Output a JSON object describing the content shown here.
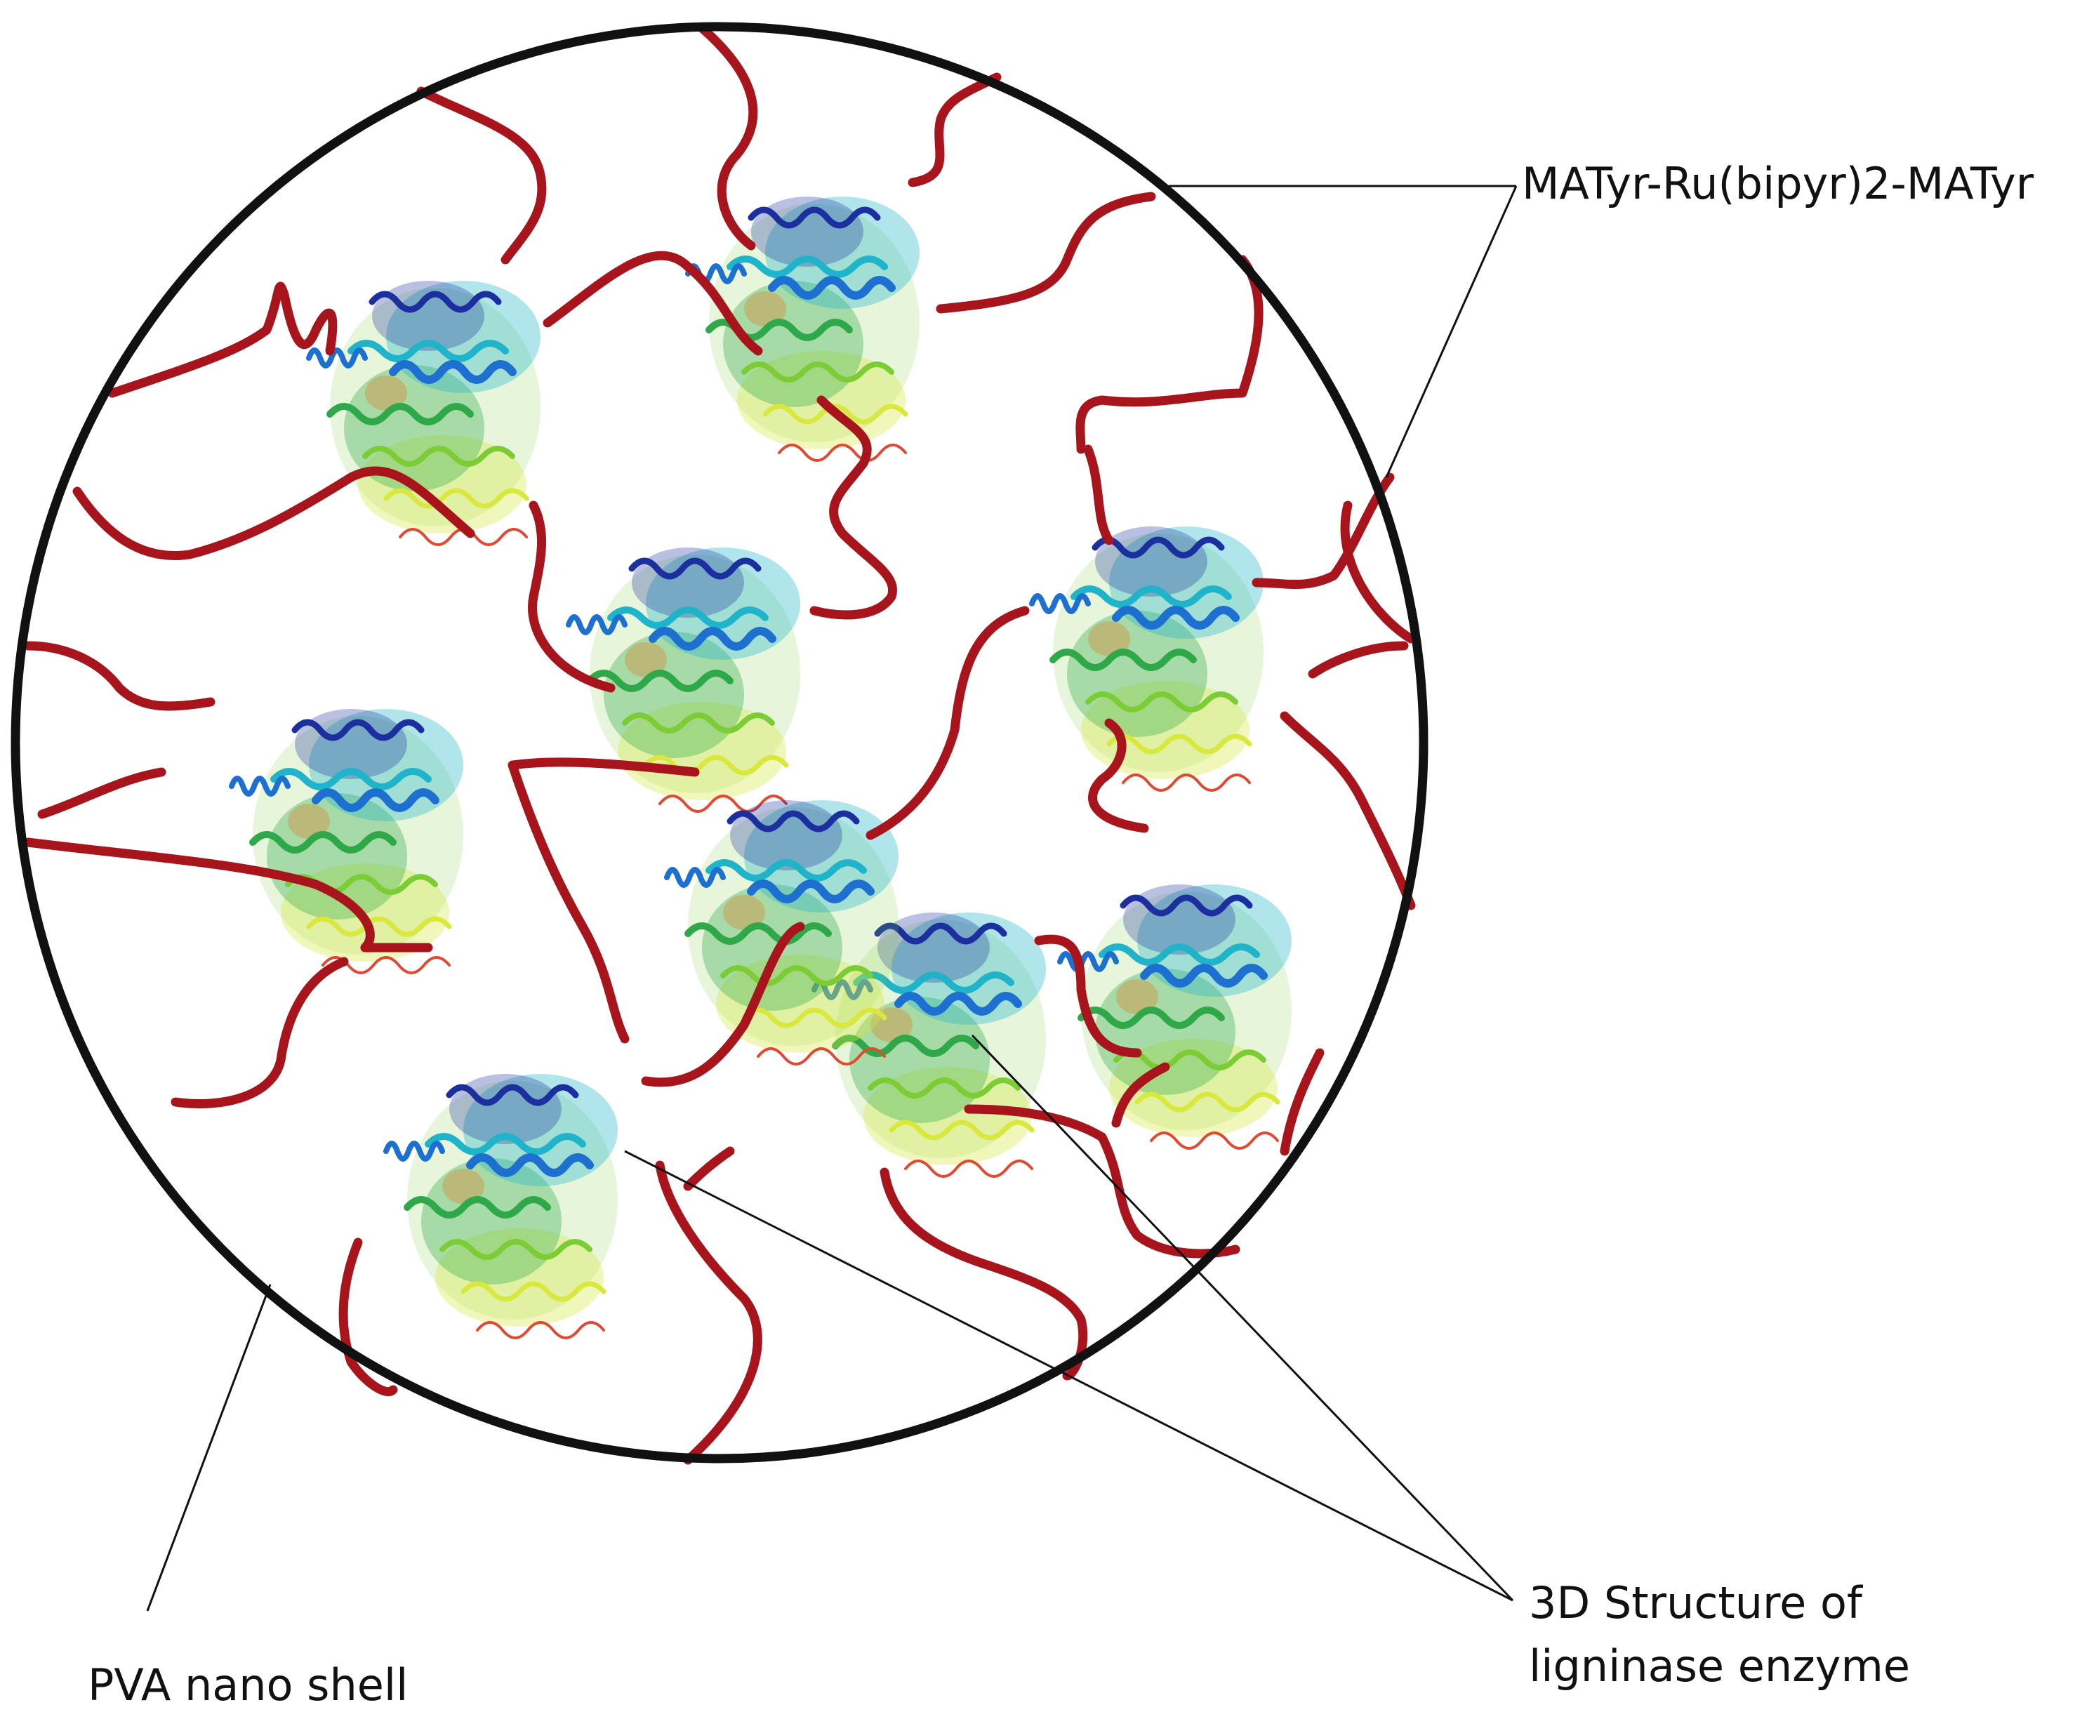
{
  "labels": {
    "linker": "MATyr-Ru(bipyr)2-MATyr",
    "enzyme_line1": "3D Structure of",
    "enzyme_line2": "ligninase enzyme",
    "shell": "PVA nano shell"
  },
  "colors": {
    "shell": "#111111",
    "chain": "#a8141c",
    "leader": "#111111",
    "enzyme_palette": [
      "#1b2f9e",
      "#1d6fd0",
      "#1fb4c9",
      "#2fa84a",
      "#7ccc35",
      "#d8e83c",
      "#c9a25a",
      "#e04a32"
    ]
  },
  "enzymes": [
    {
      "id": "enzyme-1"
    },
    {
      "id": "enzyme-2"
    },
    {
      "id": "enzyme-3"
    },
    {
      "id": "enzyme-4"
    },
    {
      "id": "enzyme-5"
    },
    {
      "id": "enzyme-6"
    },
    {
      "id": "enzyme-7"
    },
    {
      "id": "enzyme-8"
    },
    {
      "id": "enzyme-9"
    }
  ]
}
